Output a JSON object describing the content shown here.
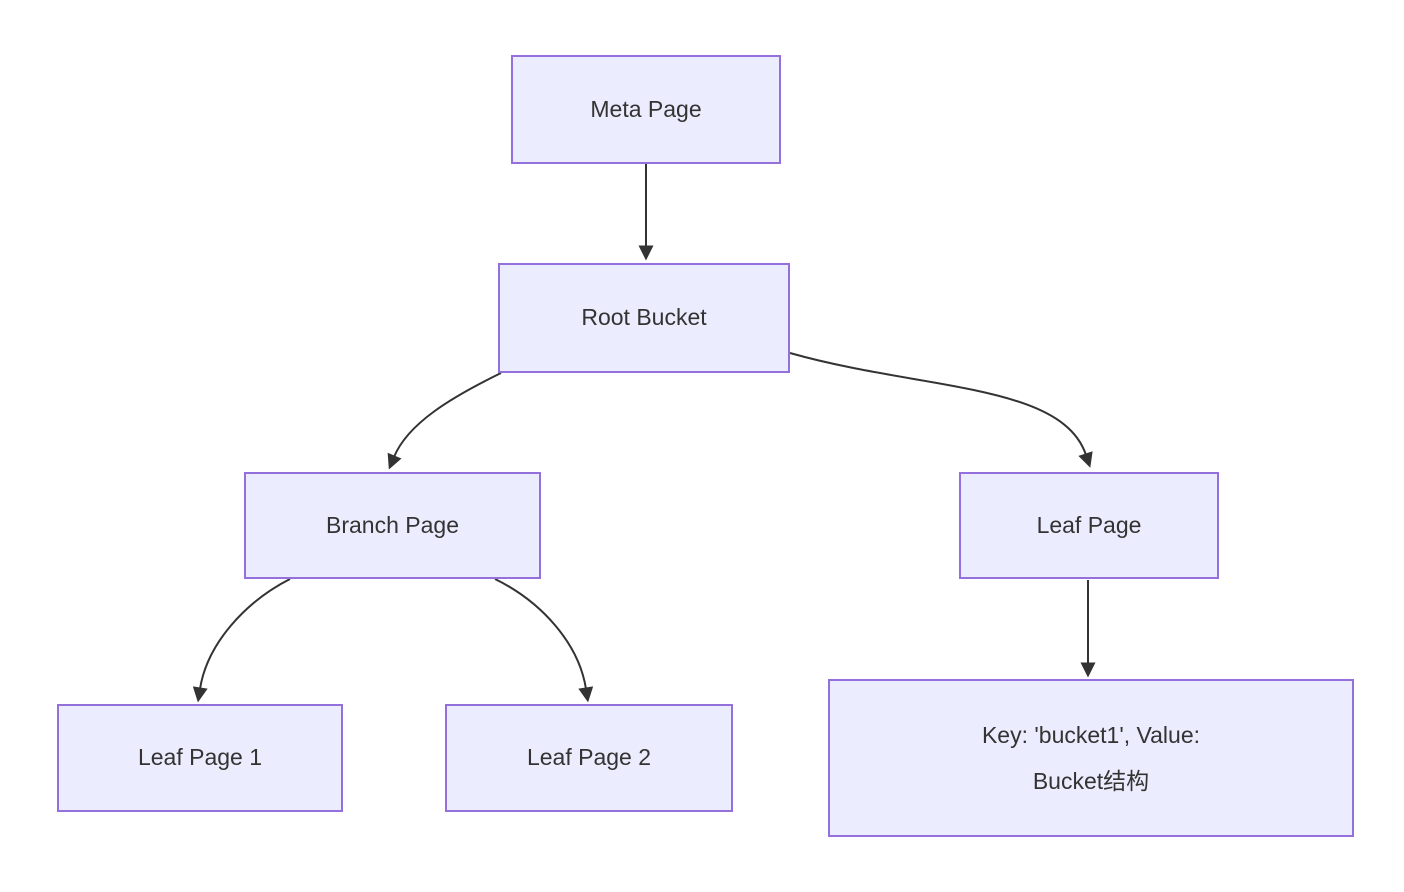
{
  "diagram": {
    "type": "flowchart",
    "direction": "top-down",
    "background": "#ffffff",
    "colors": {
      "node_fill": "#ECECFF",
      "node_border": "#9370DB",
      "text": "#333333",
      "arrow": "#333333"
    },
    "nodes": [
      {
        "id": "meta",
        "label": "Meta Page"
      },
      {
        "id": "root",
        "label": "Root Bucket"
      },
      {
        "id": "branch",
        "label": "Branch Page"
      },
      {
        "id": "leaf",
        "label": "Leaf Page"
      },
      {
        "id": "leaf1",
        "label": "Leaf Page 1"
      },
      {
        "id": "leaf2",
        "label": "Leaf Page 2"
      },
      {
        "id": "kv",
        "label": "Key: 'bucket1', Value: Bucket结构",
        "lines": [
          "Key: 'bucket1', Value:",
          "Bucket结构"
        ]
      }
    ],
    "edges": [
      {
        "from": "meta",
        "to": "root"
      },
      {
        "from": "root",
        "to": "branch"
      },
      {
        "from": "root",
        "to": "leaf"
      },
      {
        "from": "branch",
        "to": "leaf1"
      },
      {
        "from": "branch",
        "to": "leaf2"
      },
      {
        "from": "leaf",
        "to": "kv"
      }
    ]
  }
}
